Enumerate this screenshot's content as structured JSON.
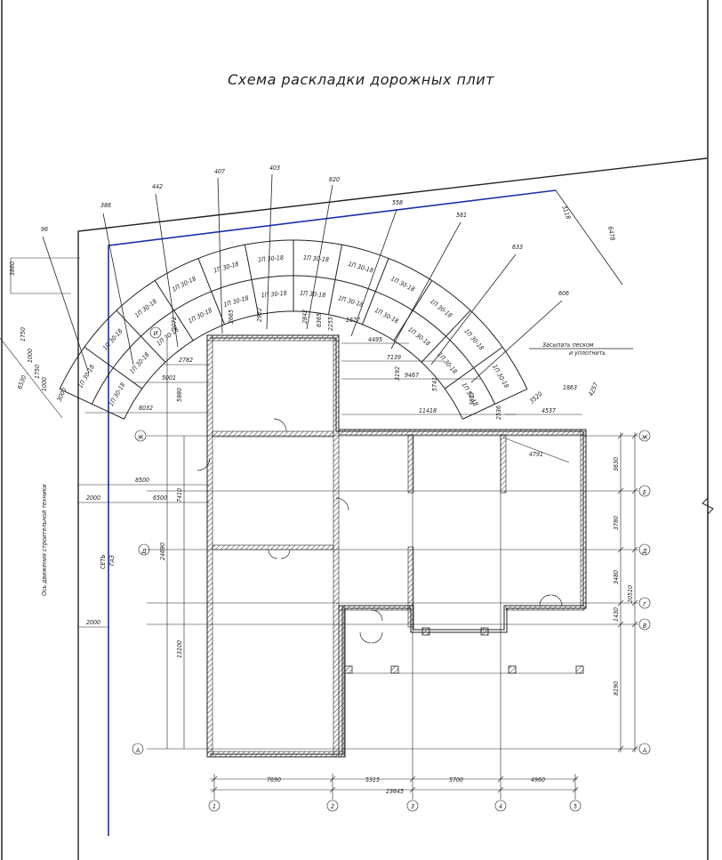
{
  "title": "Схема раскладки дорожных плит",
  "slab_mark": "1П 30-18",
  "notes": {
    "sand_line1": "Засыпать песком",
    "sand_line2": "и уплотнить",
    "traffic_axis": "Ось движения строительной техники",
    "gas_line1": "СЕТЬ",
    "gas_line2": "ГАЗ"
  },
  "axes_rows": [
    "Ж",
    "Е",
    "Д",
    "Г",
    "В",
    "А",
    "И"
  ],
  "axes_cols": [
    "1",
    "2",
    "3",
    "4",
    "5"
  ],
  "row_dims": [
    "3630",
    "3780",
    "3480",
    "1430",
    "8190",
    "20510"
  ],
  "col_dims": [
    "7690",
    "5315",
    "5700",
    "4960",
    "23645"
  ],
  "left_dims": [
    "8500",
    "6500",
    "2000",
    "2000",
    "7410",
    "24690",
    "13100"
  ],
  "fan_dims": [
    "386",
    "442",
    "407",
    "403",
    "620",
    "558",
    "581",
    "633",
    "606",
    "96"
  ],
  "radial_dims": [
    "2072",
    "2665",
    "2922",
    "2842",
    "6365",
    "2255",
    "1677",
    "4495",
    "7139",
    "9467",
    "11418",
    "3192",
    "5741",
    "3817",
    "2536",
    "4537",
    "4791",
    "1863",
    "4257",
    "3520"
  ],
  "top_dims": [
    "3860",
    "2782",
    "5001",
    "5980",
    "8032",
    "6478",
    "3118"
  ],
  "left_small": [
    "1750",
    "1750",
    "1000",
    "1000",
    "3000",
    "6530"
  ]
}
